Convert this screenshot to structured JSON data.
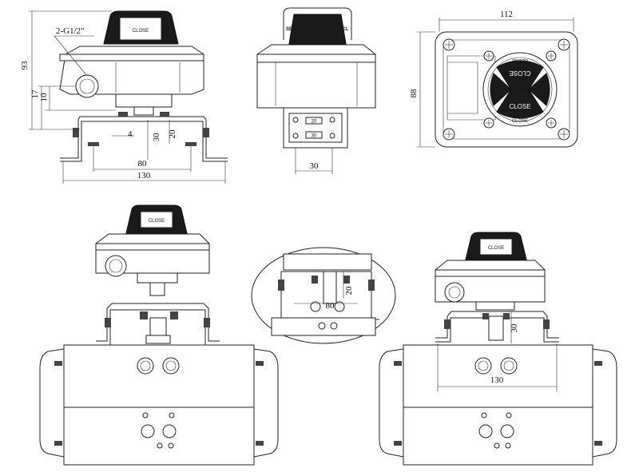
{
  "views": {
    "front": {
      "port_label": "2-G1/2\"",
      "cover_label": "CLOSE",
      "dims": {
        "total_height": "93",
        "port_center": "17",
        "port_offset": "10",
        "bracket_gap": "4",
        "shaft_h1": "30",
        "shaft_h2": "20",
        "hole_spacing": "80",
        "base_width": "130"
      }
    },
    "side": {
      "cover_left": "SE",
      "cover_right": "CL",
      "mark_top": "20",
      "mark_bottom": "30",
      "dims": {
        "width": "30"
      }
    },
    "top": {
      "width_dim": "112",
      "height_dim": "88",
      "upper_text": "CLOSE",
      "lower_text": "CLOSE",
      "dome_upper": "CLOSE",
      "dome_lower": "CLOSE"
    },
    "mount_left": {
      "cover_label": "CLOSE"
    },
    "detail": {
      "dim_20": "20",
      "dim_80": "80"
    },
    "mount_right": {
      "cover_label": "CLOSE",
      "dim_30": "30",
      "dim_130": "130"
    }
  }
}
